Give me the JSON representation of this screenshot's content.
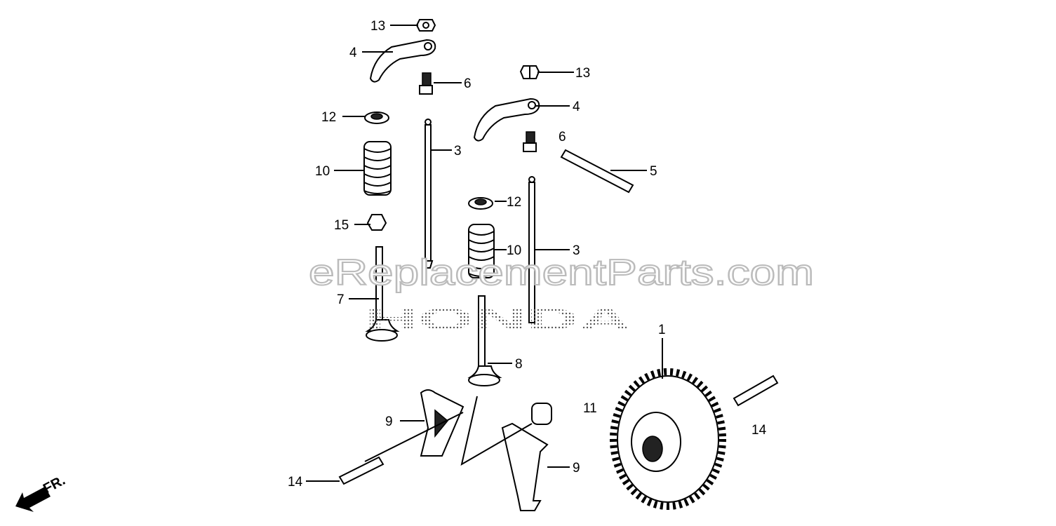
{
  "diagram": {
    "callouts": {
      "nut_left": "13",
      "rocker_left": "4",
      "adjuster_left": "6",
      "retainer_left": "12",
      "pushrod_left": "3",
      "spring_left": "10",
      "collet": "15",
      "valve_intake": "7",
      "nut_right": "13",
      "rocker_right": "4",
      "adjuster_right": "6",
      "shaft": "5",
      "retainer_right": "12",
      "spring_right": "10",
      "pushrod_right": "3",
      "valve_exhaust": "8",
      "camshaft_gear": "1",
      "camshaft_label": "11",
      "pin_right": "14",
      "lifter_left": "9",
      "lifter_right": "9",
      "pin_left": "14"
    },
    "direction_label": "FR.",
    "watermark": "eReplacementParts.com",
    "watermark_brand": "HONDA"
  }
}
